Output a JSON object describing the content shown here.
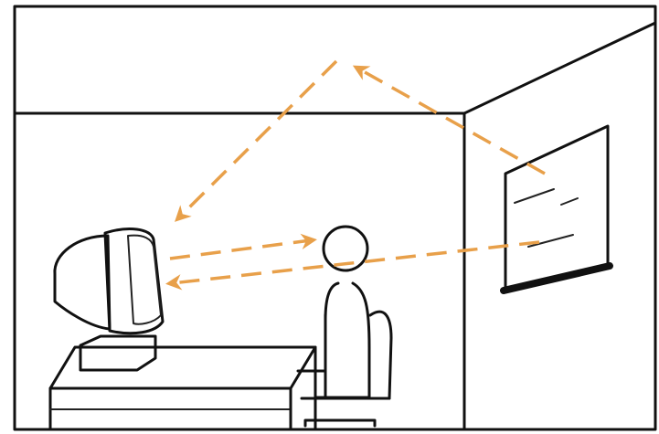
{
  "diagram": {
    "accent_color": "#e8a04a",
    "ink_color": "#111111",
    "elements": [
      "room-outline",
      "crt-monitor",
      "desk",
      "seated-person",
      "chair",
      "wall-window",
      "light-reflection-rays"
    ]
  }
}
